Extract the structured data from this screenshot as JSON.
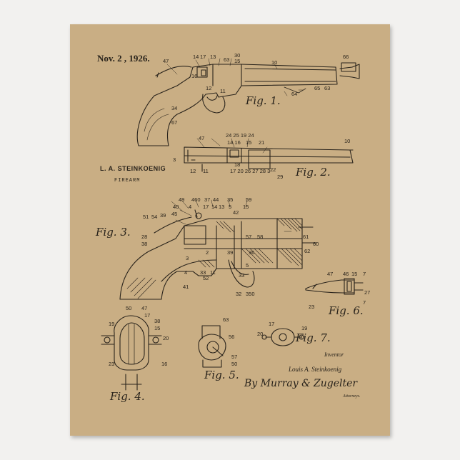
{
  "patent": {
    "date": "Nov. 2 , 1926.",
    "inventor_header": "L. A. STEINKOENIG",
    "title": "FIREARM",
    "inventor_label": "Inventor",
    "inventor_signature": "Louis A. Steinkoenig",
    "attorney_signature": "By Murray & Zugelter",
    "attorney_label": "Attorneys."
  },
  "figures": {
    "fig1": "Fig. 1.",
    "fig2": "Fig. 2.",
    "fig3": "Fig. 3.",
    "fig4": "Fig. 4.",
    "fig5": "Fig. 5.",
    "fig6": "Fig. 6.",
    "fig7": "Fig. 7."
  },
  "colors": {
    "page_background": "#f2f1ef",
    "paper": "#c9ae84",
    "ink": "#2a241c"
  }
}
